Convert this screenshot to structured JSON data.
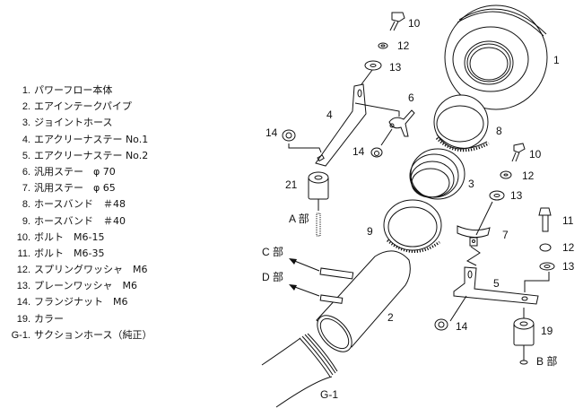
{
  "parts_list": [
    {
      "no": "1.",
      "name": "パワーフロー本体"
    },
    {
      "no": "2.",
      "name": "エアインテークパイプ"
    },
    {
      "no": "3.",
      "name": "ジョイントホース"
    },
    {
      "no": "4.",
      "name": "エアクリーナステー No.1"
    },
    {
      "no": "5.",
      "name": "エアクリーナステー No.2"
    },
    {
      "no": "6.",
      "name": "汎用ステー　φ 70"
    },
    {
      "no": "7.",
      "name": "汎用ステー　φ 65"
    },
    {
      "no": "8.",
      "name": "ホースバンド　＃48"
    },
    {
      "no": "9.",
      "name": "ホースバンド　＃40"
    },
    {
      "no": "10.",
      "name": "ボルト　M6-15"
    },
    {
      "no": "11.",
      "name": "ボルト　M6-35"
    },
    {
      "no": "12.",
      "name": "スプリングワッシャ　M6"
    },
    {
      "no": "13.",
      "name": "プレーンワッシャ　M6"
    },
    {
      "no": "14.",
      "name": "フランジナット　M6"
    },
    {
      "no": "19.",
      "name": "カラー"
    },
    {
      "no": "G-1.",
      "name": "サクションホース（純正）"
    }
  ],
  "callouts": {
    "c1": "1",
    "c2": "2",
    "c3": "3",
    "c4": "4",
    "c5": "5",
    "c6": "6",
    "c7": "7",
    "c8": "8",
    "c9": "9",
    "c10a": "10",
    "c10b": "10",
    "c11": "11",
    "c12a": "12",
    "c12b": "12",
    "c12c": "12",
    "c13a": "13",
    "c13b": "13",
    "c13c": "13",
    "c14a": "14",
    "c14b": "14",
    "c14c": "14",
    "c19": "19",
    "c21": "21",
    "cg1": "G-1"
  },
  "section_labels": {
    "a": "A 部",
    "b": "B 部",
    "c": "C 部",
    "d": "D 部"
  }
}
